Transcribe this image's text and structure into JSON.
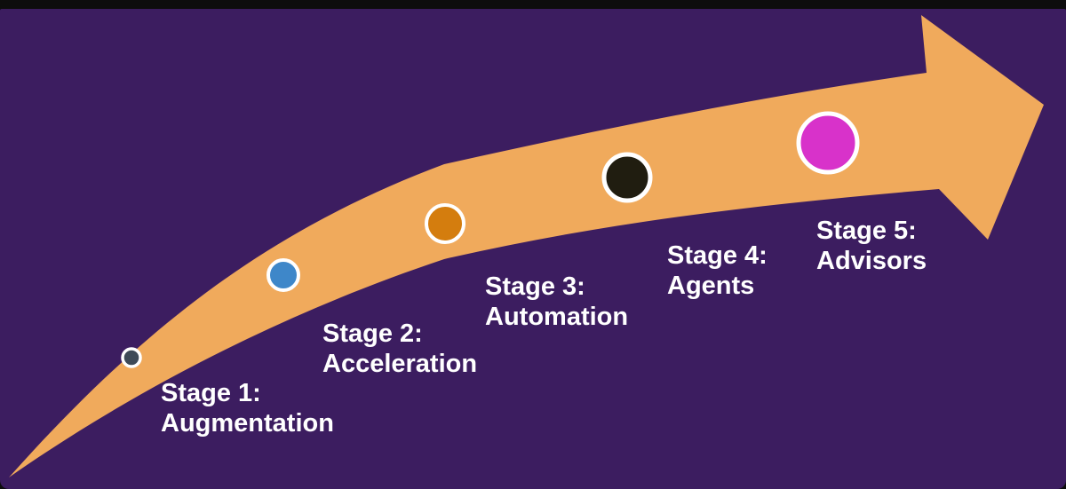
{
  "slide": {
    "frame_color": "#0d0d0d",
    "background_color": "#3c1d60",
    "text_color": "#ffffff"
  },
  "arrow": {
    "semantic": "upward-curved-growth-arrow",
    "color": "#f0aa5c"
  },
  "marker_ring_color": "#ffffff",
  "stages": [
    {
      "title": "Stage 1:",
      "name": "Augmentation",
      "dot_color": "#3e4a57"
    },
    {
      "title": "Stage 2:",
      "name": "Acceleration",
      "dot_color": "#3e87c9"
    },
    {
      "title": "Stage 3:",
      "name": "Automation",
      "dot_color": "#d47d0e"
    },
    {
      "title": "Stage 4:",
      "name": "Agents",
      "dot_color": "#201d10"
    },
    {
      "title": "Stage 5:",
      "name": "Advisors",
      "dot_color": "#d832ca"
    }
  ]
}
